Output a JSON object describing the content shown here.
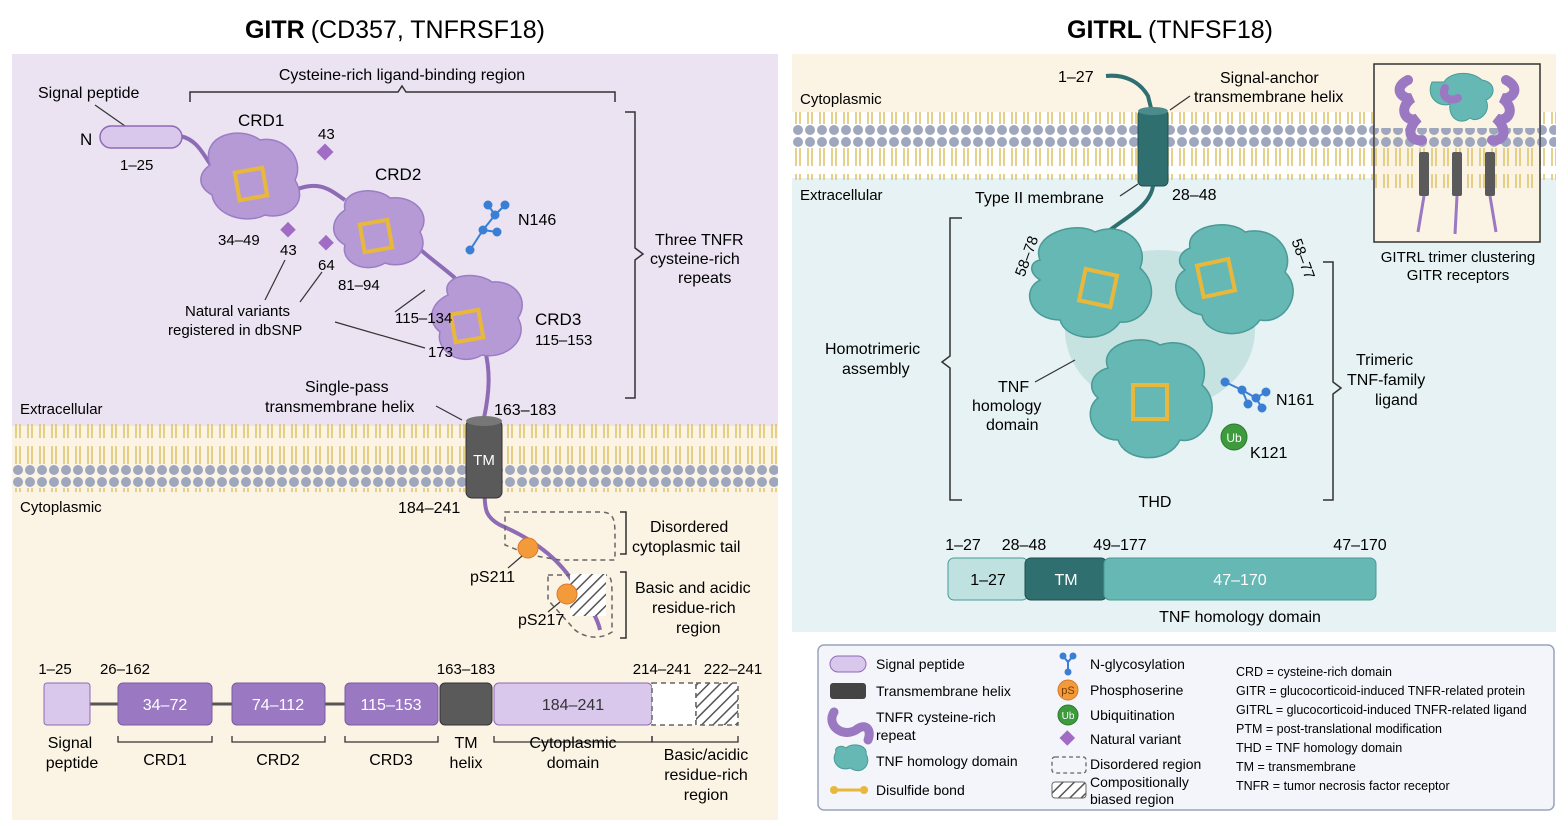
{
  "colors": {
    "gitr_extracellular_bg": "#ebe3f2",
    "cytoplasmic_bg": "#fbf3e4",
    "gitrl_bg": "#e6f2f3",
    "membrane_head": "#9ea7bd",
    "membrane_tail": "#e6cc7a",
    "purple": "#b69ad6",
    "purple_dark": "#8e6bb5",
    "signal_peptide": "#d9c7ec",
    "teal": "#66b8b4",
    "teal_dark": "#2f6f70",
    "tm_gray": "#5a5a5a",
    "disulfide": "#e8b83c",
    "glyco": "#3a7fd4",
    "phospho": "#f39a3a",
    "ubiquitin": "#3d9a3d",
    "variant": "#a06cc4"
  },
  "gitr": {
    "title_bold": "GITR",
    "title_rest": "(CD357, TNFRSF18)",
    "extracellular_label": "Extracellular",
    "cytoplasmic_label": "Cytoplasmic",
    "signal_peptide_label": "Signal peptide",
    "n_terminus": "N",
    "signal_range": "1–25",
    "ligand_region_label": "Cysteine-rich ligand-binding region",
    "crd1_label": "CRD1",
    "crd1_range": "34–49",
    "crd2_label": "CRD2",
    "crd2_range": "81–94",
    "crd3_label": "CRD3",
    "crd3_range": "115–153",
    "crd3_inner_range": "115–134",
    "variant_43a": "43",
    "variant_43b": "43",
    "variant_64": "64",
    "variant_173": "173",
    "variants_note_line1": "Natural variants",
    "variants_note_line2": "registered in dbSNP",
    "glyco_site": "N146",
    "repeats_line1": "Three TNFR",
    "repeats_line2": "cysteine-rich",
    "repeats_line3": "repeats",
    "tm_helix_line1": "Single-pass",
    "tm_helix_line2": "transmembrane helix",
    "tm_range": "163–183",
    "tm_label": "TM",
    "cyto_range": "184–241",
    "disordered_line1": "Disordered",
    "disordered_line2": "cytoplasmic tail",
    "ps211": "pS211",
    "ps217": "pS217",
    "basic_line1": "Basic and acidic",
    "basic_line2": "residue-rich",
    "basic_line3": "region",
    "bar": {
      "segments": [
        {
          "top": "1–25",
          "inner": "",
          "bottom": [
            "Signal",
            "peptide"
          ]
        },
        {
          "top": "26–162",
          "inner": "34–72",
          "bottom": [
            "CRD1"
          ]
        },
        {
          "top": "",
          "inner": "74–112",
          "bottom": [
            "CRD2"
          ]
        },
        {
          "top": "",
          "inner": "115–153",
          "bottom": [
            "CRD3"
          ]
        },
        {
          "top": "163–183",
          "inner": "",
          "bottom": [
            "TM",
            "helix"
          ]
        },
        {
          "top": "",
          "inner": "184–241",
          "bottom": [
            "Cytoplasmic",
            "domain"
          ]
        },
        {
          "top": "214–241",
          "inner": "",
          "bottom": [
            "Basic/acidic",
            "residue-rich",
            "region"
          ]
        },
        {
          "top": "222–241",
          "inner": "",
          "bottom": []
        }
      ]
    }
  },
  "gitrl": {
    "title_bold": "GITRL",
    "title_rest": "(TNFSF18)",
    "cytoplasmic_label": "Cytoplasmic",
    "extracellular_label": "Extracellular",
    "n_range": "1–27",
    "signal_anchor_line1": "Signal-anchor",
    "signal_anchor_line2": "transmembrane helix",
    "type2_label": "Type II membrane",
    "tm_range": "28–48",
    "range_58_78": "58–78",
    "range_58_77": "58–77",
    "homotrimeric_line1": "Homotrimeric",
    "homotrimeric_line2": "assembly",
    "thd_line1": "TNF",
    "thd_line2": "homology",
    "thd_line3": "domain",
    "glyco_site": "N161",
    "ub_label": "Ub",
    "ub_site": "K121",
    "thd_label": "THD",
    "trimeric_line1": "Trimeric",
    "trimeric_line2": "TNF-family",
    "trimeric_line3": "ligand",
    "inset_line1": "GITRL trimer clustering",
    "inset_line2": "GITR receptors",
    "bar_top_1": "1–27",
    "bar_top_2": "28–48",
    "bar_top_3": "49–177",
    "bar_top_4": "47–170",
    "bar_seg1": "1–27",
    "bar_seg2": "TM",
    "bar_seg3": "47–170",
    "bar_caption": "TNF homology domain"
  },
  "legend": {
    "col1": [
      "Signal peptide",
      "Transmembrane helix",
      "TNFR cysteine-rich",
      "repeat",
      "TNF homology domain",
      "Disulfide bond"
    ],
    "col2": [
      "N-glycosylation",
      "Phosphoserine",
      "Ubiquitination",
      "Natural variant",
      "Disordered region",
      "Compositionally",
      "biased region"
    ],
    "ps_glyph": "pS",
    "ub_glyph": "Ub",
    "abbreviations": [
      "CRD = cysteine-rich domain",
      "GITR = glucocorticoid-induced TNFR-related protein",
      "GITRL = glucocorticoid-induced TNFR-related ligand",
      "PTM = post-translational modification",
      "THD = TNF homology domain",
      "TM = transmembrane",
      "TNFR = tumor necrosis factor receptor"
    ]
  }
}
